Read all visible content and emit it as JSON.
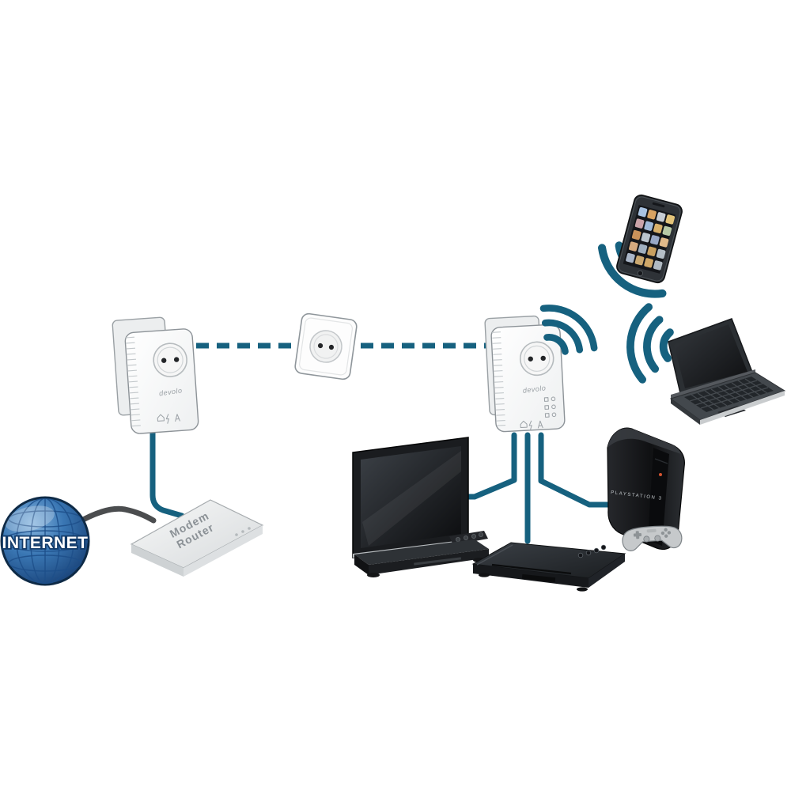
{
  "diagram_type": "powerline-home-network-diagram",
  "colors": {
    "cable-teal": "#16617f",
    "cable-dark": "#4b4d4f",
    "globe-blue": "#3572b0",
    "globe-dark": "#1b4a85",
    "device-black": "#17191c",
    "label-gray": "#8b9196"
  },
  "nodes": {
    "internet": {
      "label": "INTERNET"
    },
    "modem_router": {
      "label_line1": "Modem",
      "label_line2": "Router"
    },
    "adapter_left": {
      "brand": "devolo"
    },
    "adapter_right": {
      "brand": "devolo"
    },
    "ps3": {
      "label": "PLAYSTATION 3"
    }
  },
  "devices": [
    {
      "id": "internet-globe",
      "kind": "internet"
    },
    {
      "id": "modem-router",
      "kind": "router"
    },
    {
      "id": "powerline-adapter-left",
      "kind": "powerline-adapter"
    },
    {
      "id": "wall-socket",
      "kind": "power-outlet"
    },
    {
      "id": "powerline-wifi-adapter-right",
      "kind": "powerline-wifi-adapter"
    },
    {
      "id": "tv",
      "kind": "television"
    },
    {
      "id": "bluray-player",
      "kind": "bluray-player"
    },
    {
      "id": "playstation-3",
      "kind": "game-console"
    },
    {
      "id": "smartphone",
      "kind": "smartphone"
    },
    {
      "id": "laptop",
      "kind": "laptop"
    }
  ],
  "connections": [
    {
      "from": "internet-globe",
      "to": "modem-router",
      "type": "cable"
    },
    {
      "from": "modem-router",
      "to": "powerline-adapter-left",
      "type": "ethernet-cable"
    },
    {
      "from": "powerline-adapter-left",
      "to": "wall-socket",
      "type": "powerline-dashed"
    },
    {
      "from": "wall-socket",
      "to": "powerline-wifi-adapter-right",
      "type": "powerline-dashed"
    },
    {
      "from": "powerline-wifi-adapter-right",
      "to": "tv",
      "type": "ethernet-cable"
    },
    {
      "from": "powerline-wifi-adapter-right",
      "to": "bluray-player",
      "type": "ethernet-cable"
    },
    {
      "from": "powerline-wifi-adapter-right",
      "to": "playstation-3",
      "type": "ethernet-cable"
    },
    {
      "from": "powerline-wifi-adapter-right",
      "to": "smartphone",
      "type": "wifi"
    },
    {
      "from": "powerline-wifi-adapter-right",
      "to": "laptop",
      "type": "wifi"
    }
  ]
}
